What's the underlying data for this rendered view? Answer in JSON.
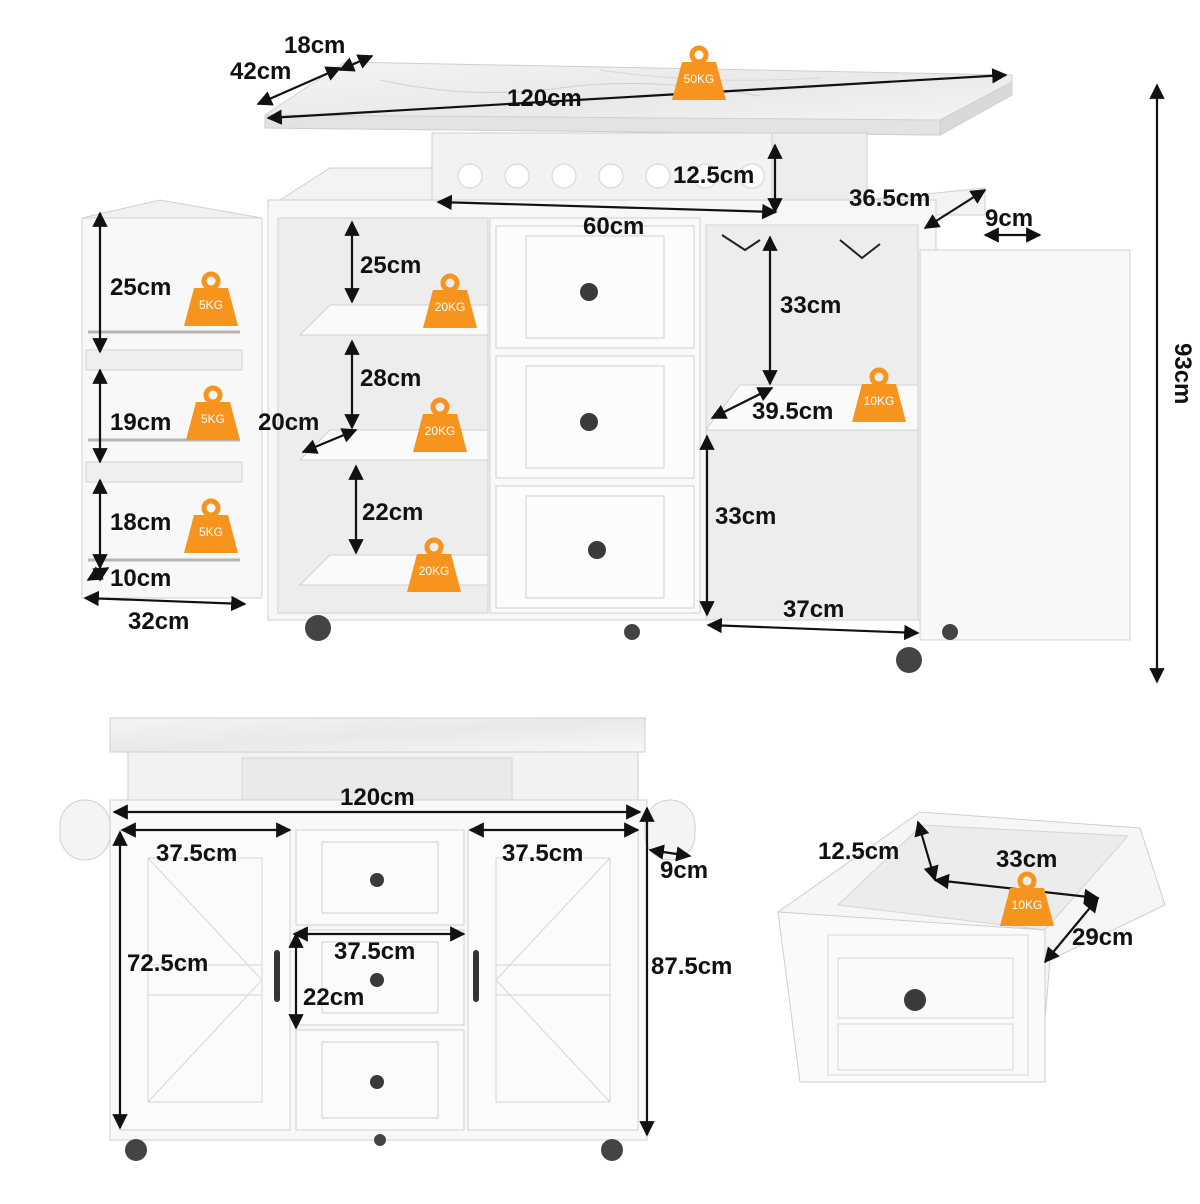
{
  "colors": {
    "accent_orange": "#f7941d",
    "dimension_line": "#111111",
    "cabinet_white": "#f6f6f6",
    "cabinet_edge": "#c9c9c9",
    "marble": "#eeeeee",
    "knob": "#3a3a3a"
  },
  "top_view": {
    "depth_left": "42cm",
    "depth_extension": "18cm",
    "top_width": "120cm",
    "top_load": "50KG",
    "wine_rack_height": "12.5cm",
    "wine_rack_width": "60cm",
    "right_shelf_depth": "36.5cm",
    "towel_bar": "9cm",
    "total_height": "93cm"
  },
  "left_door": {
    "rack1_height": "25cm",
    "rack1_load": "5KG",
    "rack2_height": "19cm",
    "rack2_load": "5KG",
    "rack3_height": "18cm",
    "rack3_load": "5KG",
    "rack_depth": "10cm",
    "door_width": "32cm"
  },
  "left_cabinet": {
    "shelf1_height": "25cm",
    "shelf1_load": "20KG",
    "shelf2_height": "28cm",
    "shelf2_load": "20KG",
    "shelf_depth": "20cm",
    "shelf3_height": "22cm",
    "shelf3_load": "20KG"
  },
  "right_cabinet": {
    "upper_height": "33cm",
    "shelf_depth": "39.5cm",
    "shelf_load": "10KG",
    "lower_height": "33cm",
    "width": "37cm"
  },
  "front_view": {
    "total_width": "120cm",
    "left_door_width": "37.5cm",
    "right_door_width": "37.5cm",
    "bar": "9cm",
    "door_height": "72.5cm",
    "drawer_width": "37.5cm",
    "drawer_height": "22cm",
    "total_height": "87.5cm"
  },
  "drawer_view": {
    "height": "12.5cm",
    "width": "33cm",
    "depth": "29cm",
    "load": "10KG"
  }
}
